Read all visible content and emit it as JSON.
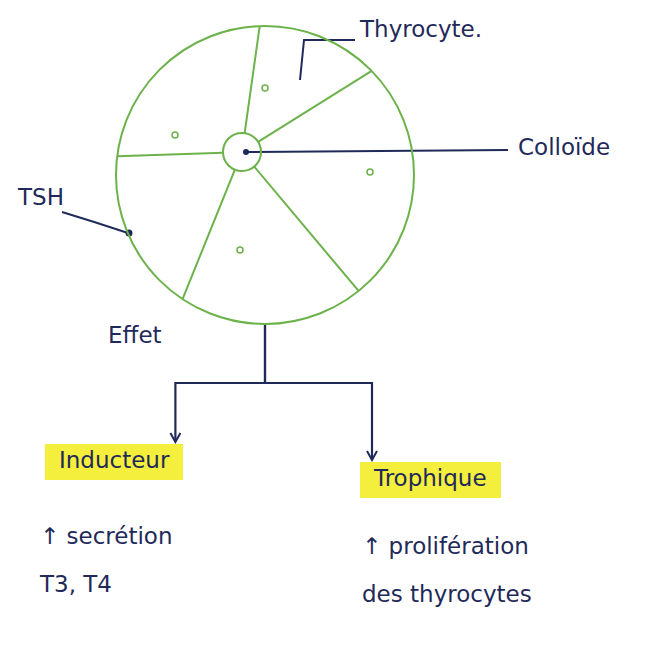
{
  "diagram": {
    "nodes": [
      {
        "text": [
          "Thyrocyte."
        ]
      },
      {
        "text": [
          "Inducteur"
        ]
      },
      {
        "text": [
          "Trophique"
        ]
      }
    ],
    "edges": [
      {
        "from": 0,
        "to": 1,
        "arrow": "to"
      },
      {
        "from": 0,
        "to": 2,
        "arrow": "to"
      }
    ],
    "labels": [
      "Colloïde",
      "TSH",
      "Effet",
      "↑ secrétion T3, T4",
      "↑ prolifération des thyrocytes"
    ]
  }
}
